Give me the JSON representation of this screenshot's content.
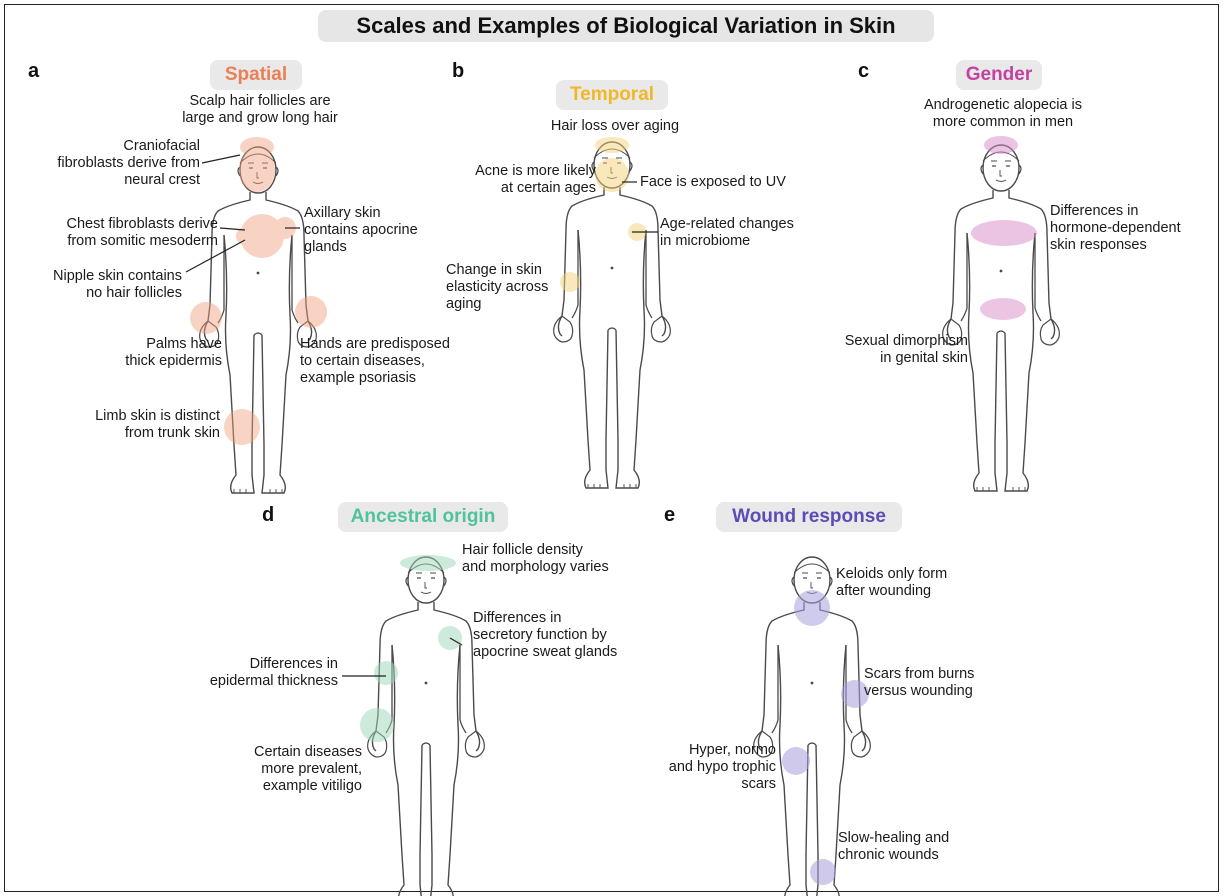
{
  "title": "Scales and Examples of Biological Variation in Skin",
  "colors": {
    "spatial": "#f0a07c",
    "temporal": "#f3d27a",
    "gender": "#d98bc8",
    "ancestral": "#9ed6b7",
    "wound": "#a8a0dc",
    "spatial_text": "#ea7f55",
    "temporal_text": "#f0b829",
    "gender_text": "#c4429f",
    "ancestral_text": "#4fc39b",
    "wound_text": "#5a4db6"
  },
  "panels": {
    "a": {
      "letter": "a",
      "title": "Spatial",
      "annotations": {
        "scalp": "Scalp hair follicles are\nlarge and grow long hair",
        "cranio": "Craniofacial\nfibroblasts derive from\nneural crest",
        "chest": "Chest fibroblasts derive\nfrom somitic mesoderm",
        "axillary": "Axillary skin\ncontains apocrine\nglands",
        "nipple": "Nipple skin contains\nno hair follicles",
        "palms": "Palms have\nthick epidermis",
        "hands": "Hands are predisposed\nto certain diseases,\nexample psoriasis",
        "limb": "Limb skin is distinct\nfrom trunk skin"
      }
    },
    "b": {
      "letter": "b",
      "title": "Temporal",
      "annotations": {
        "hairloss": "Hair loss over aging",
        "acne": "Acne is more likely\nat certain ages",
        "uv": "Face is exposed to UV",
        "microbiome": "Age-related changes\nin microbiome",
        "elasticity": "Change in skin\nelasticity across\naging"
      }
    },
    "c": {
      "letter": "c",
      "title": "Gender",
      "annotations": {
        "alopecia": "Androgenetic alopecia is\nmore common in men",
        "hormone": "Differences in\nhormone-dependent\nskin responses",
        "genital": "Sexual dimorphism\nin genital skin"
      }
    },
    "d": {
      "letter": "d",
      "title": "Ancestral origin",
      "annotations": {
        "follicle": "Hair follicle density\nand morphology varies",
        "secretory": "Differences in\nsecretory function by\napocrine sweat glands",
        "epidermal": "Differences in\nepidermal thickness",
        "diseases": "Certain diseases\nmore prevalent,\nexample vitiligo"
      }
    },
    "e": {
      "letter": "e",
      "title": "Wound response",
      "annotations": {
        "keloids": "Keloids only form\nafter wounding",
        "burns": "Scars from burns\nversus wounding",
        "trophic": "Hyper, normo\nand hypo trophic\nscars",
        "chronic": "Slow-healing and\nchronic wounds"
      }
    }
  }
}
